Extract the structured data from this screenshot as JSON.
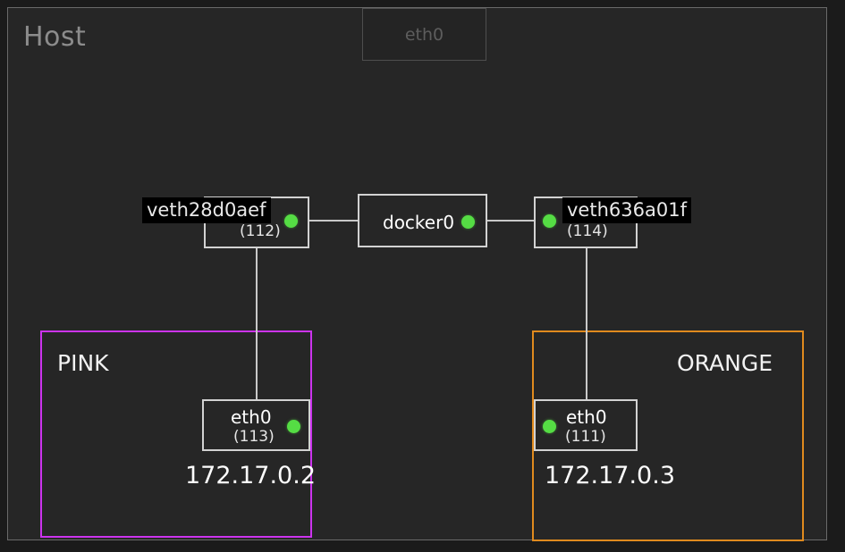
{
  "host": {
    "title": "Host",
    "dim_interface": {
      "label": "eth0"
    }
  },
  "bridge": {
    "label": "docker0"
  },
  "veths": [
    {
      "name": "veth28d0aef",
      "index": "(112)"
    },
    {
      "name": "veth636a01f",
      "index": "(114)"
    }
  ],
  "containers": [
    {
      "name": "PINK",
      "color": "#cc33ee",
      "interface": {
        "label": "eth0",
        "index": "(113)"
      },
      "ip": "172.17.0.2"
    },
    {
      "name": "ORANGE",
      "color": "#e08a1e",
      "interface": {
        "label": "eth0",
        "index": "(111)"
      },
      "ip": "172.17.0.3"
    }
  ],
  "status": {
    "up_color": "#55dd44"
  },
  "theme": {
    "background": "#262626",
    "frame_border": "#6a6a6a",
    "node_border": "#d2d2d2",
    "edge_color": "#c9c9c9"
  }
}
